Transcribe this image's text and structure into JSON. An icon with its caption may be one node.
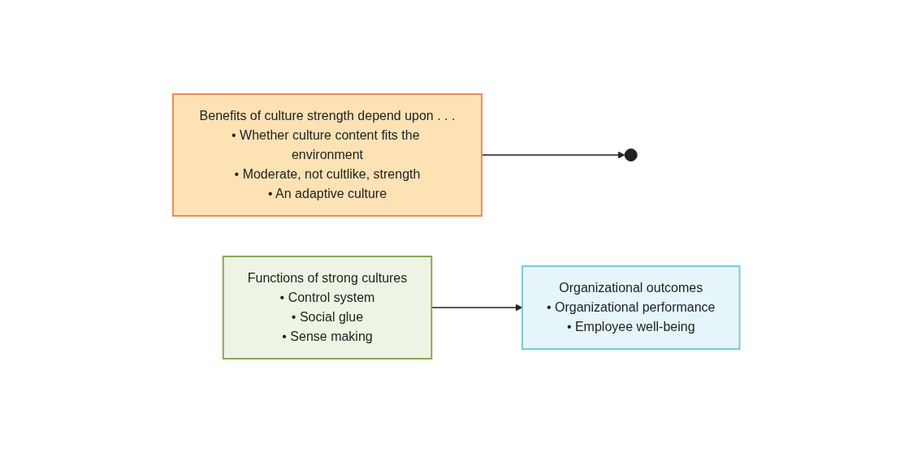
{
  "diagram": {
    "nodes": [
      {
        "text": [
          "Benefits of culture strength depend upon . . .",
          "• Whether culture content fits the environment",
          "• Moderate, not cultlike, strength",
          "• An adaptive culture"
        ]
      },
      {
        "text": [
          "Functions of strong cultures",
          "• Control system",
          "• Social glue",
          "• Sense making"
        ]
      },
      {
        "text": [
          "Organizational outcomes",
          "• Organizational performance",
          "• Employee well-being"
        ]
      }
    ],
    "edges": [
      {
        "from": 1,
        "to": 2,
        "arrow": "to"
      },
      {
        "from": 0,
        "to": null,
        "arrow": "to"
      }
    ]
  }
}
